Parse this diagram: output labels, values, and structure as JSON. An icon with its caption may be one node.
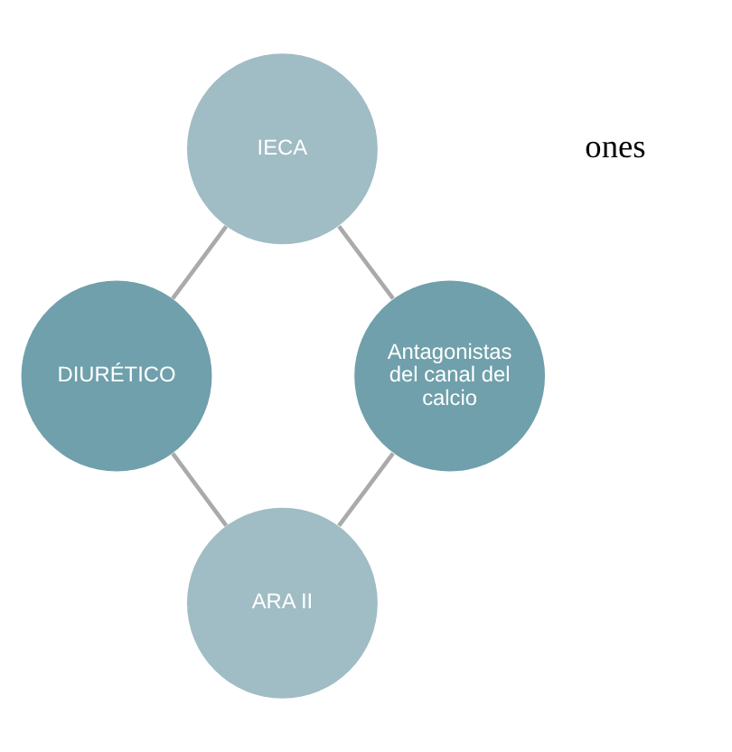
{
  "diagram": {
    "nodes": [
      {
        "text": [
          "IECA"
        ]
      },
      {
        "text": [
          "Antagonistas del canal del calcio"
        ]
      },
      {
        "text": [
          "DIURÉTICO"
        ]
      },
      {
        "text": [
          "ARA II"
        ]
      }
    ],
    "edges": [
      {
        "from": 0,
        "to": 2,
        "arrow": "none"
      },
      {
        "from": 2,
        "to": 3,
        "arrow": "none"
      },
      {
        "from": 3,
        "to": 1,
        "arrow": "none"
      },
      {
        "from": 1,
        "to": 0,
        "arrow": "none"
      }
    ],
    "labels": [
      "ones"
    ]
  }
}
